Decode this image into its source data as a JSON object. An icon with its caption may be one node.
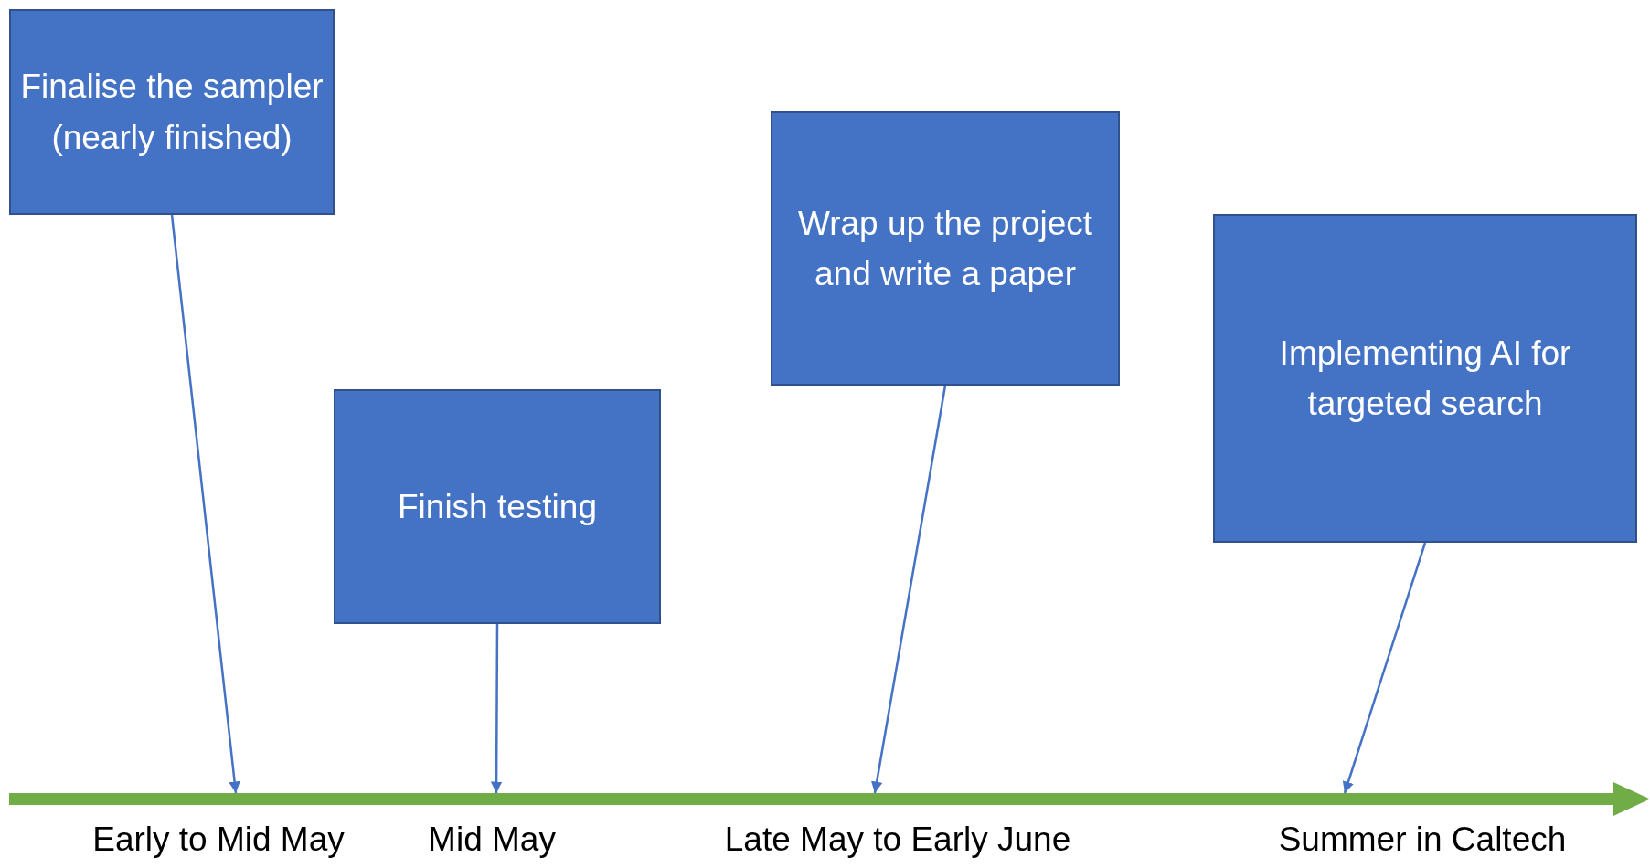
{
  "diagram": {
    "nodes": [
      {
        "text": [
          "Finalise the sampler (nearly finished)"
        ]
      },
      {
        "text": [
          "Finish testing"
        ]
      },
      {
        "text": [
          "Wrap up the project and write a paper"
        ]
      },
      {
        "text": [
          "Implementing AI for targeted search"
        ]
      },
      {
        "text": [],
        "shape": "bar"
      }
    ],
    "edges": [
      {
        "from": 0,
        "to": 4,
        "arrow": "to"
      },
      {
        "from": 1,
        "to": 4,
        "arrow": "to"
      },
      {
        "from": 2,
        "to": 4,
        "arrow": "to"
      },
      {
        "from": 3,
        "to": 4,
        "arrow": "to"
      }
    ],
    "labels": [
      "Early to Mid May",
      "Mid May",
      "Late May to Early June",
      "Summer in Caltech"
    ]
  }
}
